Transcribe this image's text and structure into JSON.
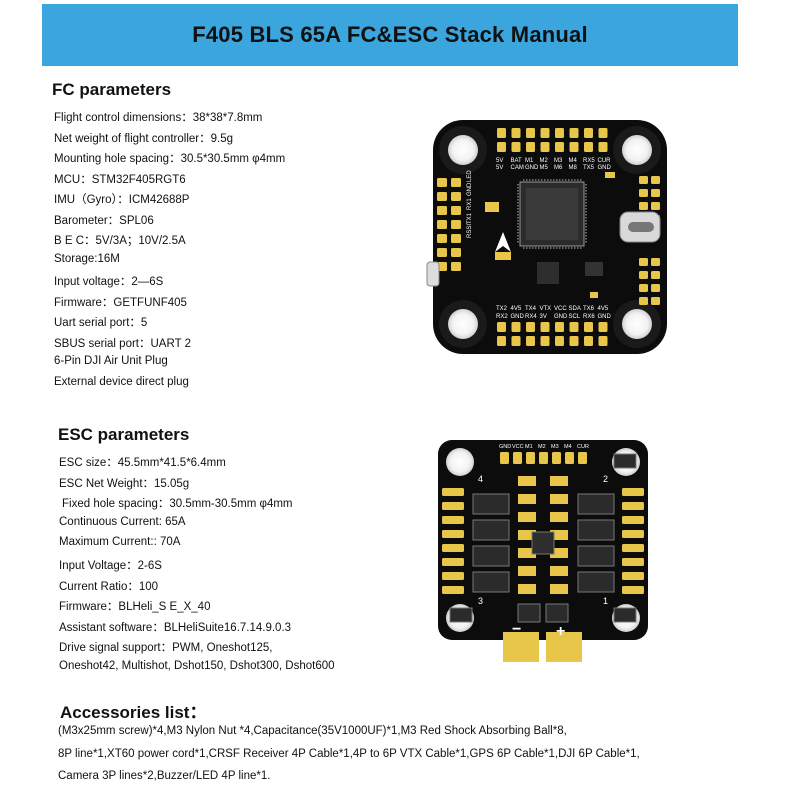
{
  "title": "F405 BLS 65A FC&ESC Stack Manual",
  "fc": {
    "heading": "FC parameters",
    "lines": [
      "Flight control dimensions：38*38*7.8mm",
      "Net weight of flight controller：9.5g",
      "Mounting hole spacing：30.5*30.5mm φ4mm",
      "MCU：STM32F405RGT6",
      "IMU（Gyro）：ICM42688P",
      "Barometer：SPL06",
      "B E C：5V/3A；10V/2.5A",
      "Storage:16M",
      "Input voltage：2—6S",
      "Firmware：GETFUNF405",
      "Uart serial port：5",
      "SBUS serial port：UART 2",
      "6-Pin DJI Air Unit Plug",
      "External device direct plug"
    ],
    "board": {
      "top_labels": [
        "5V",
        "BAT",
        "M1",
        "M2",
        "M3",
        "M4",
        "RX5",
        "CUR"
      ],
      "top_labels2": [
        "5V",
        "CAM",
        "GND",
        "M5",
        "M6",
        "M8",
        "TX5",
        "GND"
      ],
      "bottom_labels": [
        "TX2",
        "4V5",
        "TX4",
        "VTX",
        "VCC",
        "SDA",
        "TX6",
        "4V5"
      ],
      "bottom_labels2": [
        "RX2",
        "GND",
        "RX4",
        "3V",
        "GND",
        "SCL",
        "RX6",
        "GND"
      ],
      "left_labels": [
        "LED",
        "GND",
        "RX1",
        "TX1",
        "RSSI"
      ]
    }
  },
  "esc": {
    "heading": "ESC parameters",
    "lines": [
      "ESC size：45.5mm*41.5*6.4mm",
      "ESC Net Weight：15.05g",
      "Fixed hole spacing：30.5mm-30.5mm φ4mm",
      "Continuous Current: 65A",
      "Maximum Current:: 70A",
      "Input Voltage：2-6S",
      "Current Ratio：100",
      "Firmware：BLHeli_S   E_X_40",
      "Assistant software：BLHeliSuite16.7.14.9.0.3",
      "Drive signal support：PWM, Oneshot125,",
      "Oneshot42, Multishot, Dshot150,    Dshot300,    Dshot600"
    ],
    "board": {
      "top_labels": [
        "GND",
        "VCC",
        "M1",
        "M2",
        "M3",
        "M4",
        "CUR"
      ],
      "corner_numbers": [
        "4",
        "2",
        "3",
        "1"
      ],
      "minus": "−",
      "plus": "+"
    }
  },
  "accessories": {
    "heading": "Accessories list：",
    "lines": [
      "(M3x25mm screw)*4,M3 Nylon Nut *4,Capacitance(35V1000UF)*1,M3 Red Shock Absorbing Ball*8,",
      "8P line*1,XT60 power cord*1,CRSF Receiver 4P Cable*1,4P to 6P  VTX Cable*1,GPS 6P Cable*1,DJI 6P Cable*1,",
      "Camera 3P lines*2,Buzzer/LED 4P line*1."
    ]
  }
}
